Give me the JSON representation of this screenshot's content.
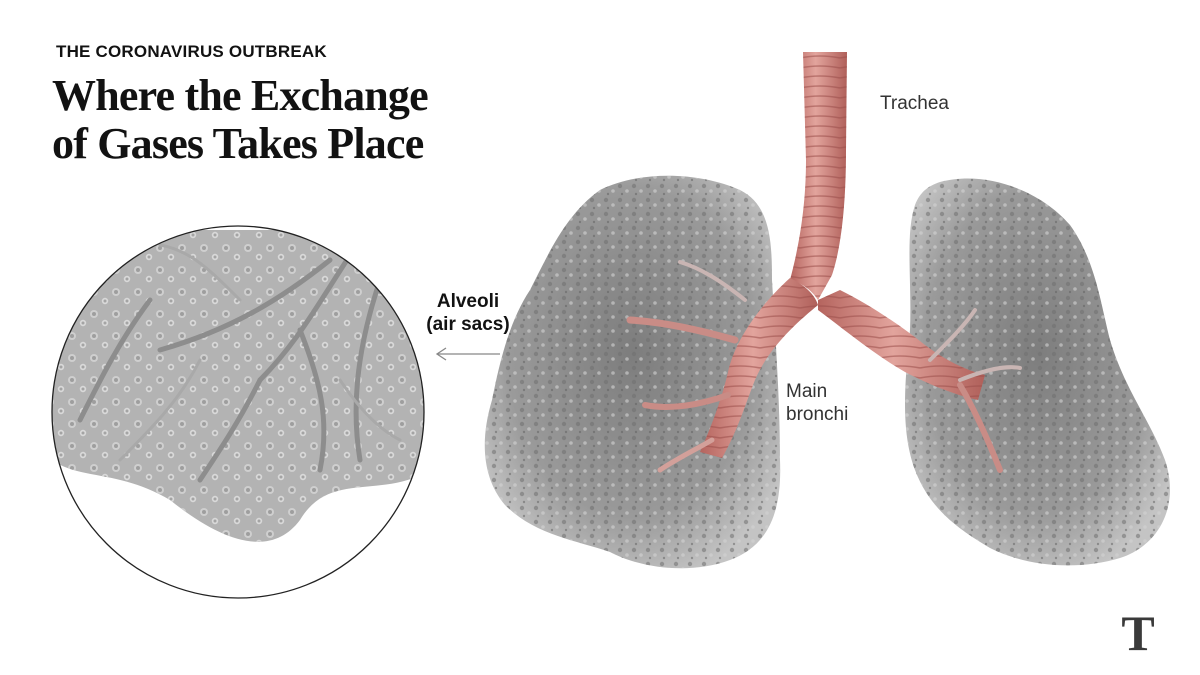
{
  "header": {
    "kicker": "THE CORONAVIRUS OUTBREAK",
    "title_line1": "Where the Exchange",
    "title_line2": "of Gases Takes Place"
  },
  "labels": {
    "trachea": "Trachea",
    "bronchi_line1": "Main",
    "bronchi_line2": "bronchi",
    "alveoli_line1": "Alveoli",
    "alveoli_line2": "(air sacs)"
  },
  "logo": {
    "text": "T",
    "icon": "nyt-logo-icon"
  },
  "colors": {
    "airway": "#d08880",
    "airway_dark": "#a85a55",
    "tissue": "#8e8e8e",
    "tissue_light": "#bdbdbd",
    "text": "#121212",
    "label": "#333333"
  }
}
